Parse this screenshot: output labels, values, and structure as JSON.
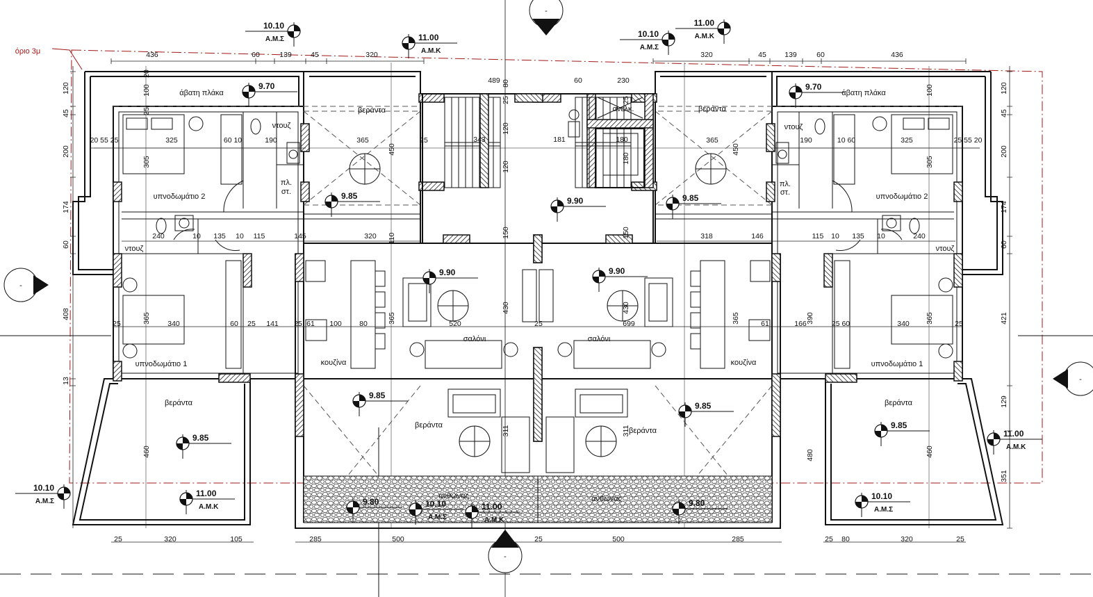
{
  "labels": [
    "όριο 3μ",
    "άβατη πλάκα",
    "άβατη πλάκα",
    "βεράντα",
    "βεράντα",
    "ντουζ",
    "ντουζ",
    "υπνοδωμάτιο 2",
    "υπνοδωμάτιο 2",
    "πλ.",
    "στ.",
    "πλ.",
    "στ.",
    "ντουζ",
    "ντουζ",
    "σαλόνι",
    "σαλόνι",
    "κουζίνα",
    "κουζίνα",
    "υπνοδωμάτιο 1",
    "υπνοδωμάτιο 1",
    "βεράντα",
    "βεράντα",
    "βεράντα",
    "βεράντα",
    "ανθώνας",
    "ανθώνας",
    "ανελκ."
  ],
  "levels": [
    {
      "value": "10.10",
      "tag": "Α.Μ.Σ"
    },
    {
      "value": "11.00",
      "tag": "Α.Μ.Κ"
    },
    {
      "value": "10.10",
      "tag": "Α.Μ.Σ"
    },
    {
      "value": "11.00",
      "tag": "Α.Μ.Κ"
    },
    {
      "value": "9.70"
    },
    {
      "value": "9.70"
    },
    {
      "value": "9.85"
    },
    {
      "value": "9.85"
    },
    {
      "value": "9.90"
    },
    {
      "value": "9.90"
    },
    {
      "value": "9.90"
    },
    {
      "value": "9.85"
    },
    {
      "value": "9.85"
    },
    {
      "value": "9.85"
    },
    {
      "value": "9.85"
    },
    {
      "value": "10.10",
      "tag": "Α.Μ.Σ"
    },
    {
      "value": "11.00",
      "tag": "Α.Μ.Κ"
    },
    {
      "value": "11.00",
      "tag": "Α.Μ.Κ"
    },
    {
      "value": "10.10",
      "tag": "Α.Μ.Σ"
    },
    {
      "value": "9.80"
    },
    {
      "value": "10.10",
      "tag": "Α.Μ.Σ"
    },
    {
      "value": "11.00",
      "tag": "Α.Μ.Κ"
    },
    {
      "value": "9.80"
    }
  ],
  "section_markers": [
    "-",
    "-",
    "-",
    "-"
  ],
  "dims": [
    "436",
    "60",
    "139",
    "45",
    "320",
    "320",
    "45",
    "139",
    "60",
    "436",
    "120",
    "45",
    "200",
    "174",
    "60",
    "408",
    "13",
    "120",
    "45",
    "200",
    "174",
    "60",
    "421",
    "129",
    "351",
    "20",
    "100",
    "25",
    "305",
    "20 55 25",
    "325",
    "60 10",
    "190",
    "365",
    "450",
    "25",
    "489",
    "80",
    "60",
    "230",
    "25",
    "343",
    "120",
    "120",
    "181",
    "180",
    "180",
    "25",
    "365",
    "450",
    "190",
    "10 60",
    "325",
    "25 55 20",
    "100",
    "305",
    "150",
    "150",
    "240",
    "10",
    "135",
    "10",
    "115",
    "145",
    "320",
    "110",
    "318",
    "146",
    "115",
    "10",
    "135",
    "10",
    "240",
    "365",
    "365",
    "365",
    "365",
    "430",
    "430",
    "25",
    "340",
    "60",
    "25",
    "141",
    "25",
    "61",
    "100",
    "80",
    "520",
    "25",
    "699",
    "61",
    "166",
    "390",
    "25 60",
    "340",
    "25",
    "311",
    "311",
    "460",
    "460",
    "480",
    "25",
    "320",
    "105",
    "285",
    "500",
    "25",
    "500",
    "285",
    "25",
    "80",
    "320",
    "25"
  ]
}
